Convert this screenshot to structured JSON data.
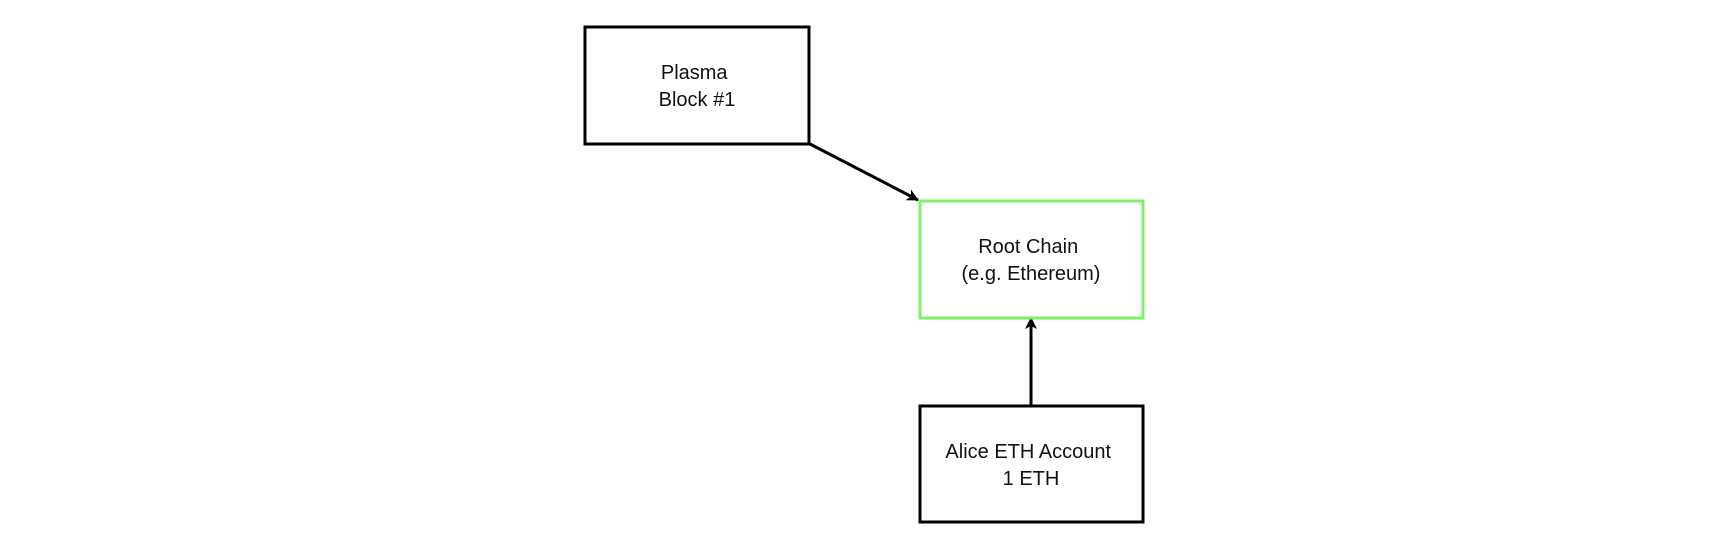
{
  "colors": {
    "background": "#ffffff",
    "default_border": "#000000",
    "highlight_border": "#7ef06a",
    "arrow": "#000000",
    "text": "#111111"
  },
  "nodes": {
    "plasma_block": {
      "lines": [
        "Plasma",
        "Block #1"
      ]
    },
    "root_chain": {
      "lines": [
        "Root Chain",
        "(e.g. Ethereum)"
      ],
      "highlighted": true
    },
    "alice_account": {
      "lines": [
        "Alice ETH Account",
        "1 ETH"
      ]
    }
  },
  "edges": [
    {
      "from": "plasma_block",
      "to": "root_chain"
    },
    {
      "from": "alice_account",
      "to": "root_chain"
    }
  ]
}
